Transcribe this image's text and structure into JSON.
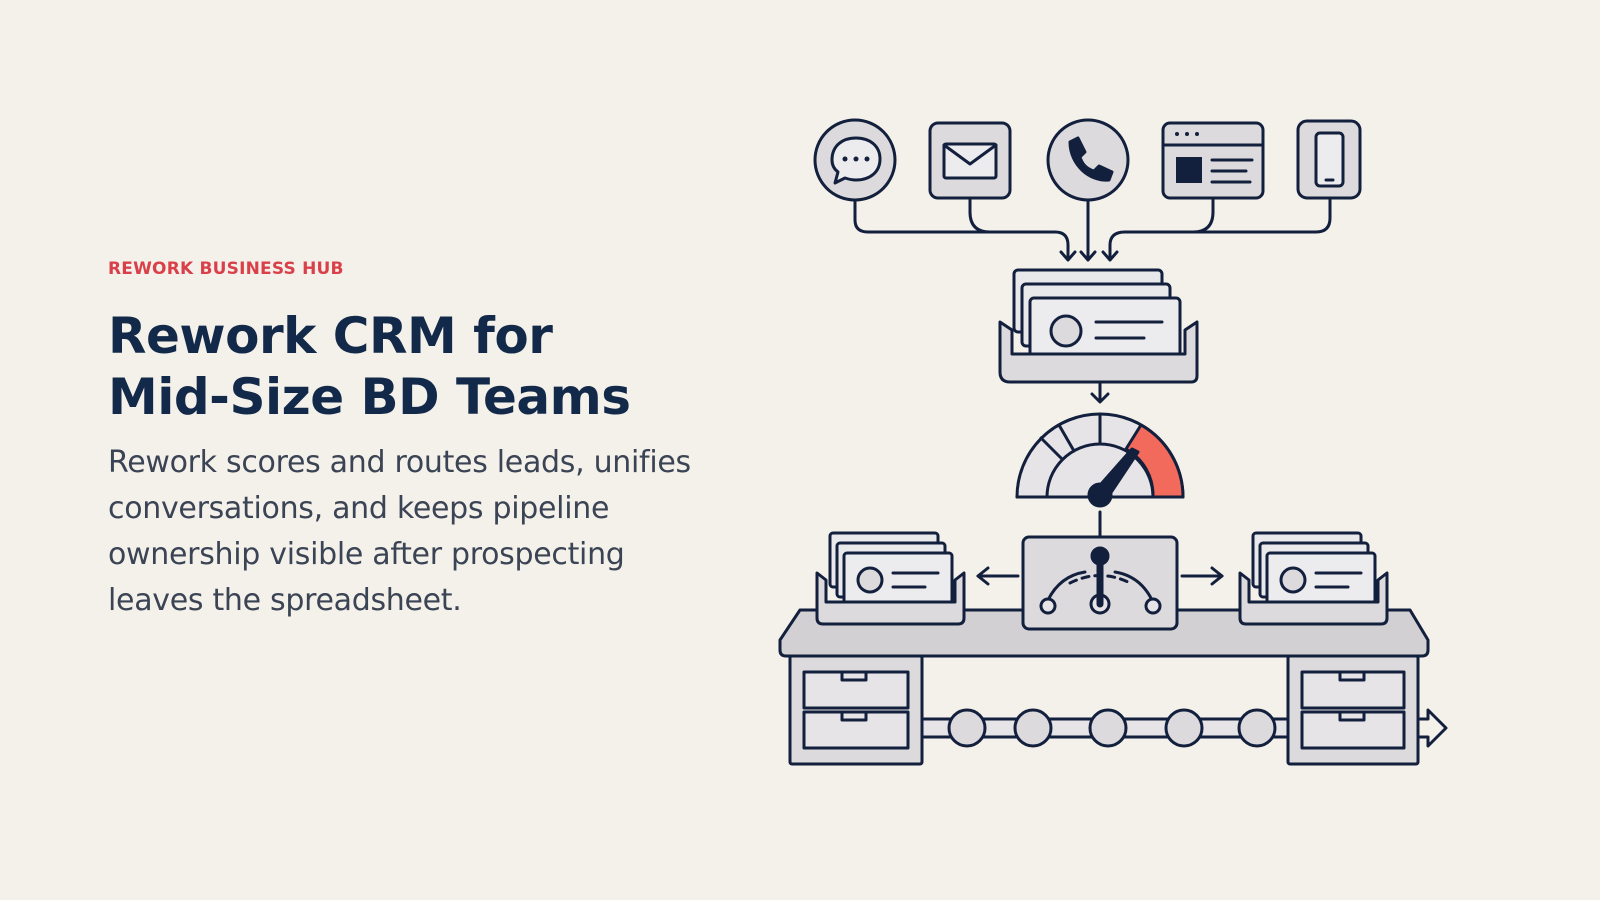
{
  "header": {
    "eyebrow": "REWORK BUSINESS HUB",
    "title_line_1": "Rework CRM for",
    "title_line_2": "Mid-Size BD Teams"
  },
  "body": {
    "description": "Rework scores and routes leads, unifies conversations, and keeps pipeline ownership visible after prospecting leaves the spreadsheet."
  },
  "illustration": {
    "channel_icons": [
      "chat-icon",
      "mail-icon",
      "phone-icon",
      "browser-icon",
      "mobile-icon"
    ],
    "colors": {
      "outline": "#13203d",
      "fill": "#dcdadc",
      "card_fill": "#e9e8ea",
      "accent": "#f26a5b",
      "background": "#f4f1ea"
    }
  }
}
